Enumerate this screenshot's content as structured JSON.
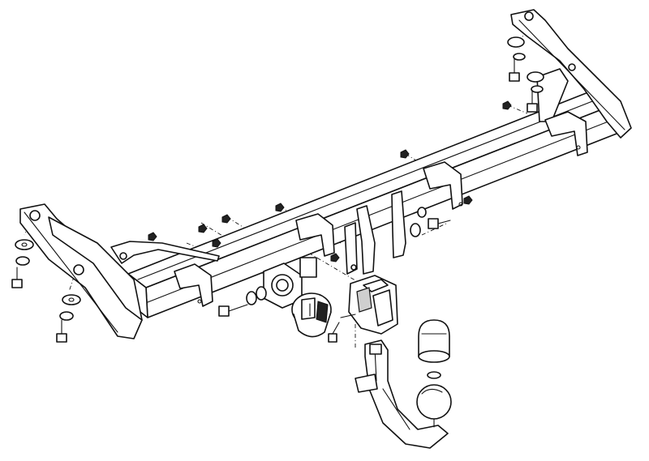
{
  "drawing": {
    "stroke_color": "#111111",
    "background_color": "#ffffff",
    "parts": [
      "crossbar-tube",
      "left-side-bracket",
      "right-side-bracket",
      "center-mounting-plate",
      "socket-plate",
      "electrical-socket",
      "coupling-receiver",
      "detachable-tow-ball-neck",
      "tow-ball-cap",
      "bolts",
      "washers",
      "nuts"
    ]
  }
}
